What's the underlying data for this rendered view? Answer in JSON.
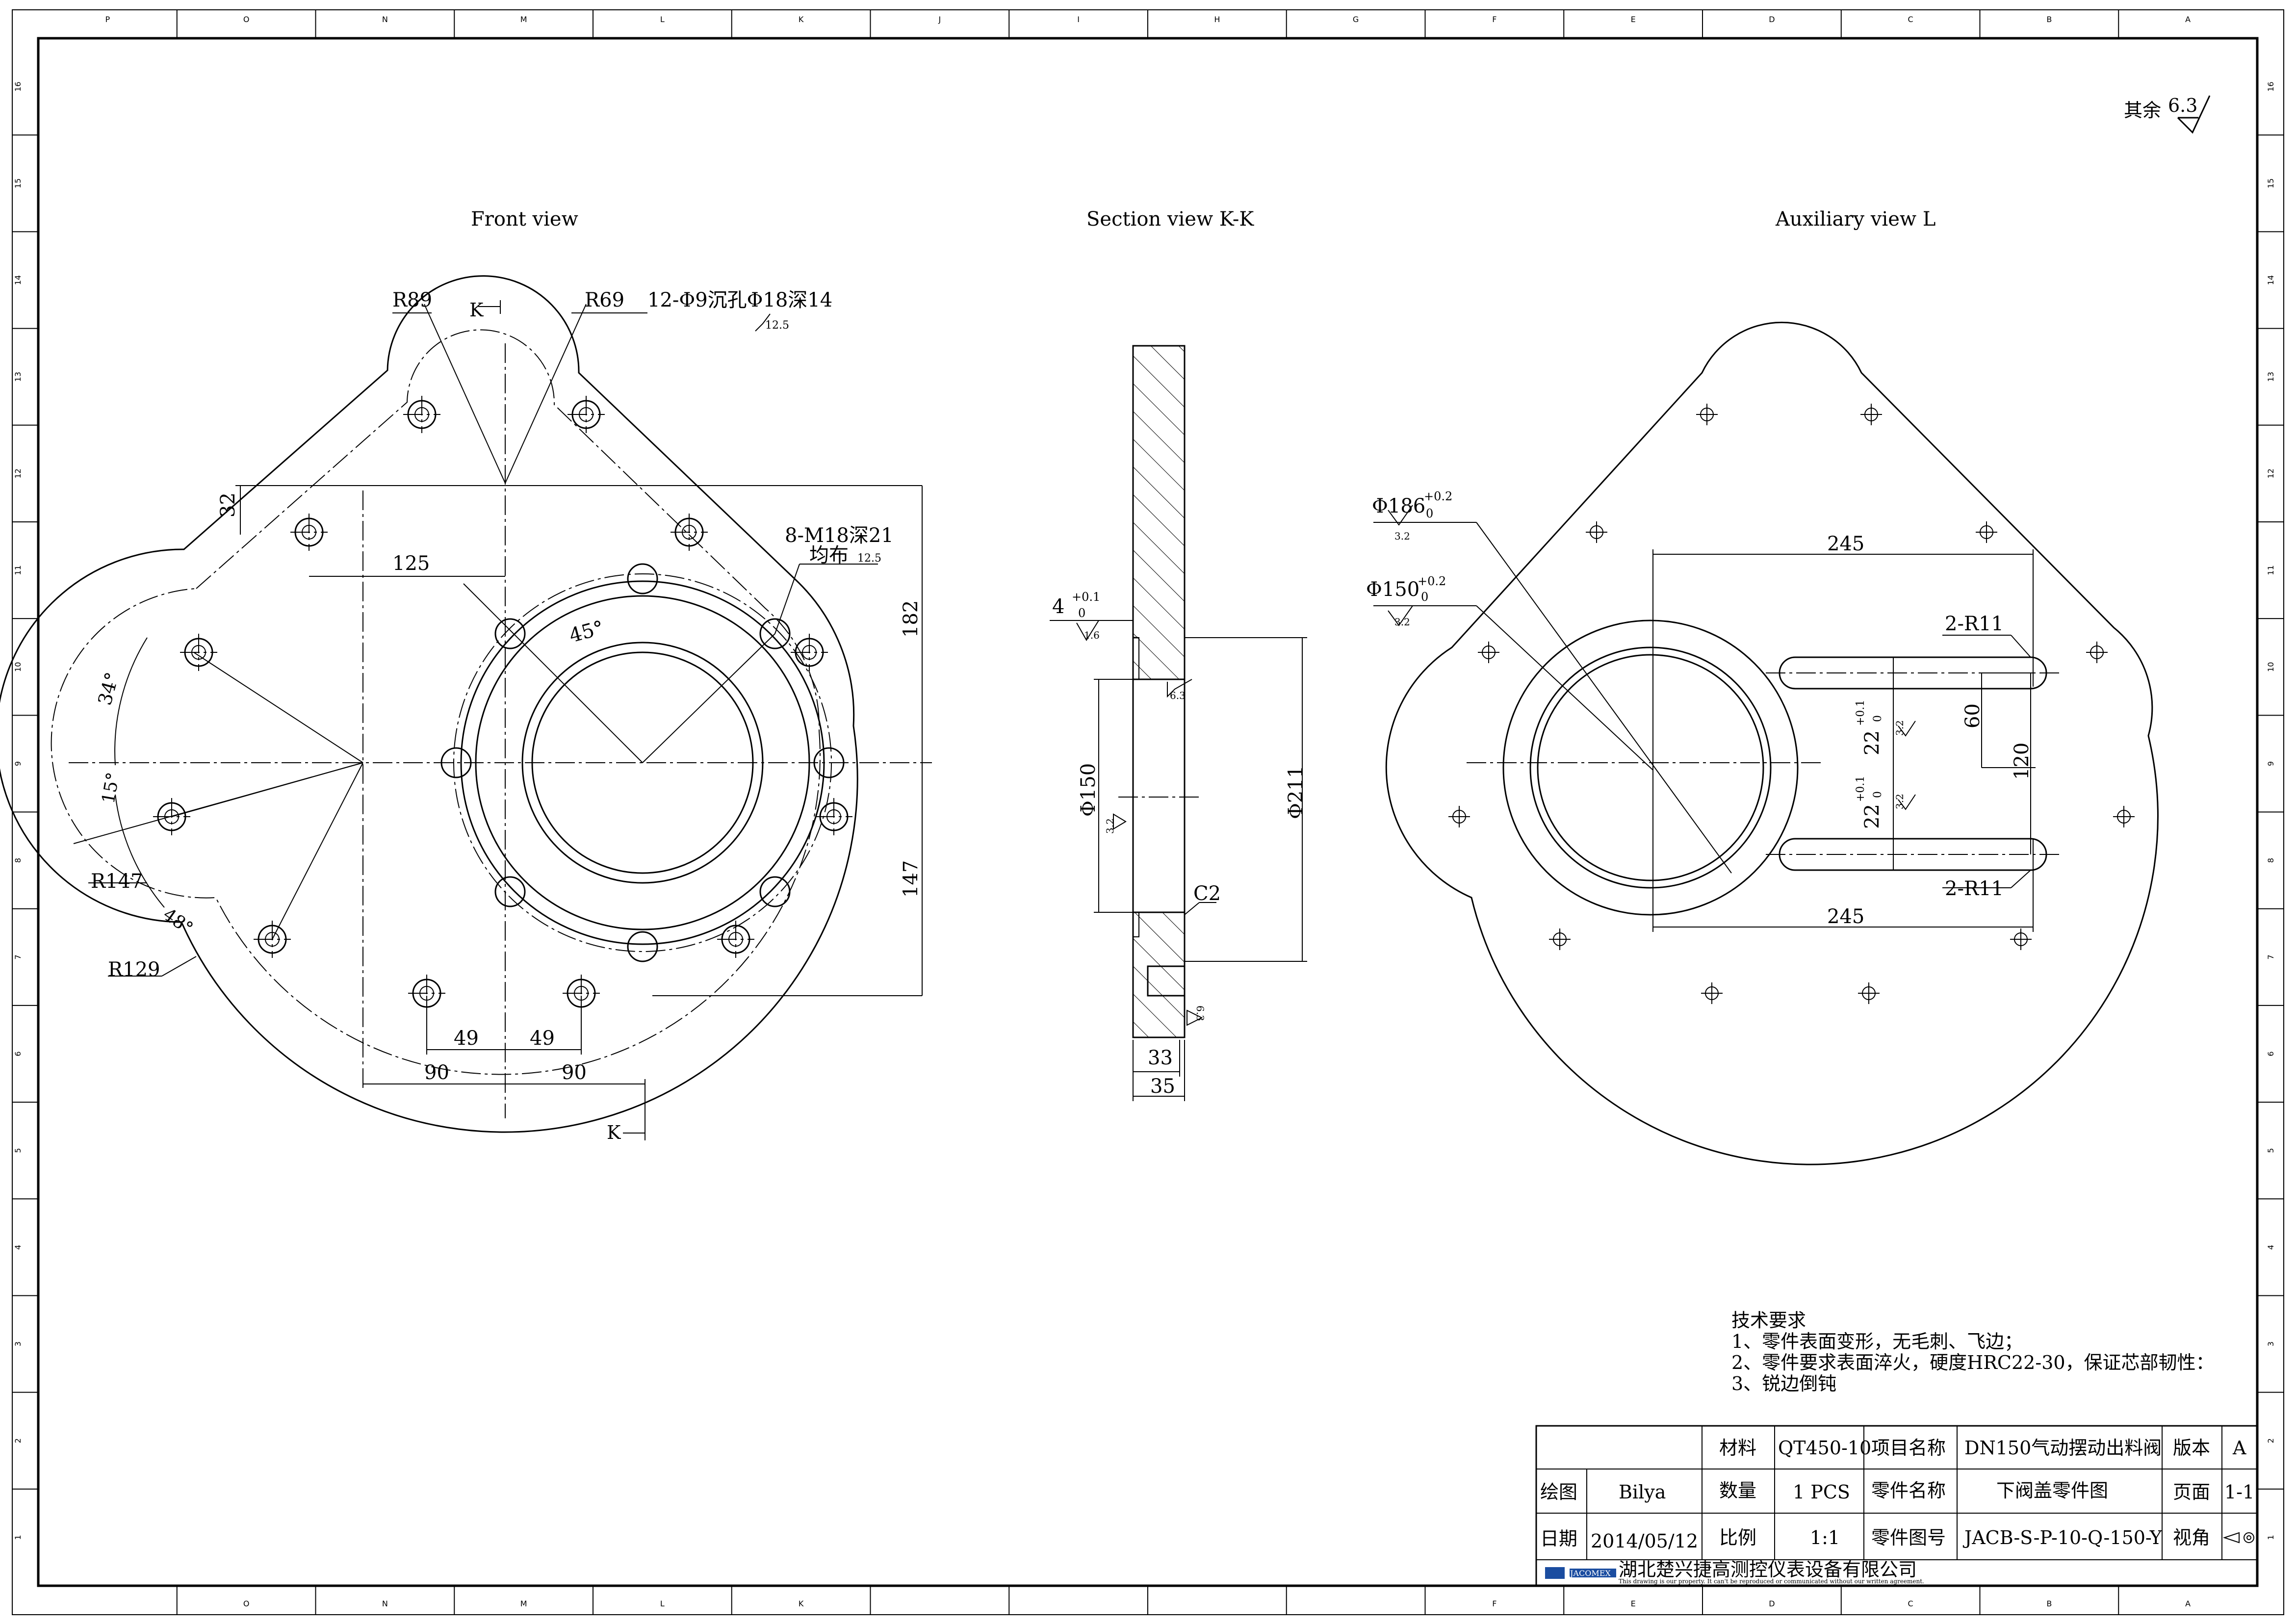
{
  "frame": {
    "columns_top": [
      "P",
      "O",
      "N",
      "M",
      "L",
      "K",
      "J",
      "I",
      "H",
      "G",
      "F",
      "E",
      "D",
      "C",
      "B",
      "A"
    ],
    "columns_bottom": [
      "",
      "O",
      "N",
      "M",
      "L",
      "K",
      "",
      "",
      "",
      "",
      "F",
      "E",
      "D",
      "C",
      "B",
      "A"
    ],
    "rows": [
      "16",
      "15",
      "14",
      "13",
      "12",
      "11",
      "10",
      "9",
      "8",
      "7",
      "6",
      "5",
      "4",
      "3",
      "2",
      "1"
    ]
  },
  "roughness_note": {
    "label": "其余",
    "value": "6.3"
  },
  "views": {
    "front": "Front view",
    "section": "Section view K-K",
    "auxiliary": "Auxiliary view L"
  },
  "front_dims": {
    "r89": "R89",
    "r69": "R69",
    "k_top": "K",
    "k_bottom": "K",
    "holes_note": "12-Φ9沉孔Φ18深14",
    "holes_roughness": "12.5",
    "threads_note": "8-M18深21",
    "threads_note2": "均布",
    "threads_roughness": "12.5",
    "d32": "32",
    "d125": "125",
    "d45": "45°",
    "d182": "182",
    "d147": "147",
    "d34": "34°",
    "d15": "15°",
    "d48": "48°",
    "r147": "R147",
    "r129": "R129",
    "d49a": "49",
    "d49b": "49",
    "d90a": "90",
    "d90b": "90"
  },
  "section_dims": {
    "d4": "4",
    "d4_tol_up": "+0.1",
    "d4_tol_low": "0",
    "d4_rough": "1.6",
    "rough_63a": "6.3",
    "phi150": "Φ150",
    "phi150_rough": "3.2",
    "phi211": "Φ211",
    "c2": "C2",
    "rough_63b": "6.3",
    "d33": "33",
    "d35": "35"
  },
  "aux_dims": {
    "phi186": "Φ186",
    "phi186_tol_up": "+0.2",
    "phi186_tol_low": "0",
    "phi186_rough": "3.2",
    "phi150": "Φ150",
    "phi150_tol_up": "+0.2",
    "phi150_tol_low": "0",
    "phi150_rough": "3.2",
    "d245_top": "245",
    "d245_bottom": "245",
    "r11_top": "2-R11",
    "r11_bottom": "2-R11",
    "d22_top": "22",
    "d22_top_tol_up": "+0.1",
    "d22_top_tol_low": "0",
    "d22_top_rough": "3.2",
    "d22_bot": "22",
    "d22_bot_tol_up": "+0.1",
    "d22_bot_tol_low": "0",
    "d22_bot_rough": "3.2",
    "d60": "60",
    "d120": "120"
  },
  "tech_req": {
    "title": "技术要求",
    "item1": "1、零件表面变形，无毛刺、飞边；",
    "item2": "2、零件要求表面淬火，硬度HRC22-30，保证芯部韧性：",
    "item3": "3、锐边倒钝"
  },
  "title_block": {
    "material_label": "材料",
    "material_value": "QT450-10",
    "project_label": "项目名称",
    "project_value": "DN150气动摆动出料阀",
    "version_label": "版本",
    "version_value": "A",
    "drawn_label": "绘图",
    "drawn_value": "Bilya",
    "qty_label": "数量",
    "qty_value": "1 PCS",
    "part_name_label": "零件名称",
    "part_name_value": "下阀盖零件图",
    "page_label": "页面",
    "page_value": "1-1",
    "date_label": "日期",
    "date_value": "2014/05/12",
    "scale_label": "比例",
    "scale_value": "1:1",
    "part_no_label": "零件图号",
    "part_no_value": "JACB-S-P-10-Q-150-Y",
    "angle_label": "视角",
    "company_name": "湖北楚兴捷高测控仪表设备有限公司",
    "logo_text": "JACOMEX",
    "notice": "This drawing is our property. It can't be reproduced or communicated without our written agreement."
  }
}
